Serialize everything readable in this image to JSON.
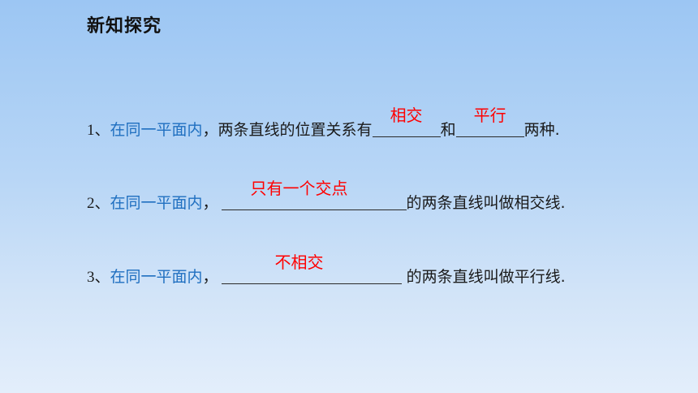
{
  "title": "新知探究",
  "items": [
    {
      "num": "1、",
      "cond": "在同一平面内",
      "sep": "，",
      "text1": "两条直线的位置关系有",
      "ans1": "相交",
      "text2": "和",
      "ans2": "平行",
      "text3": "两种."
    },
    {
      "num": "2、",
      "cond": "在同一平面内",
      "sep": "，",
      "ans": "只有一个交点",
      "text": "的两条直线叫做相交线."
    },
    {
      "num": "3、",
      "cond": "在同一平面内",
      "sep": "，",
      "ans": "不相交",
      "text": " 的两条直线叫做平行线."
    }
  ],
  "colors": {
    "condition": "#1f6fc0",
    "answer": "#ff0000",
    "text": "#1a1a1a"
  }
}
